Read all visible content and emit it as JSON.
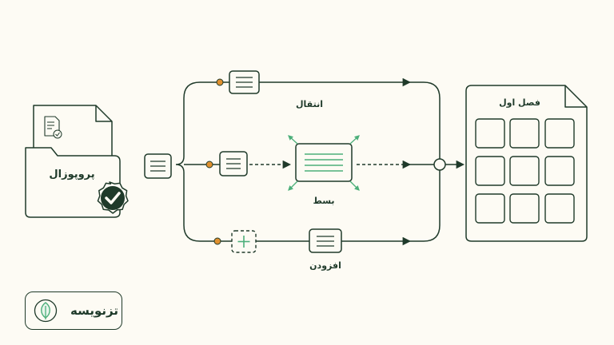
{
  "labels": {
    "folder": "پروپوزال",
    "move": "انتقال",
    "expand": "بسط",
    "add": "افزودن",
    "chapter": "فصل اول"
  },
  "logo": {
    "brand": "تزنویسه",
    "icon": "leaf-icon"
  },
  "colors": {
    "stroke": "#1f3a2a",
    "accent_dot": "#e0902f",
    "leaf": "#4caf7a",
    "background": "#fdfbf4"
  }
}
